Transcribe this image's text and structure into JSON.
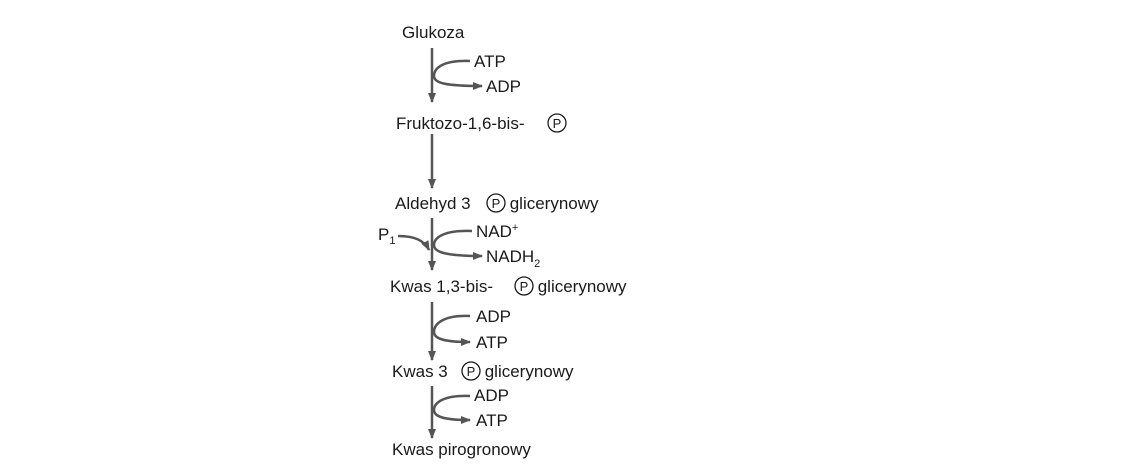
{
  "pathway": {
    "compounds": [
      {
        "before": "Glukoza",
        "after": ""
      },
      {
        "before": "Fruktozo-1,6-bis-",
        "after": ""
      },
      {
        "before": "Aldehyd 3 ",
        "after": " glicerynowy"
      },
      {
        "before": "Kwas 1,3-bis-",
        "after": " glicerynowy"
      },
      {
        "before": "Kwas 3 ",
        "after": " glicerynowy"
      },
      {
        "before": "Kwas pirogronowy",
        "after": ""
      }
    ],
    "phosphate_symbol": "P",
    "cofactors": {
      "step1": {
        "in": "ATP",
        "out": "ADP"
      },
      "step3": {
        "side_input": "P",
        "side_input_sub": "1",
        "in": "NAD",
        "in_sup": "+",
        "out": "NADH",
        "out_sub": "2"
      },
      "step4": {
        "in": "ADP",
        "out": "ATP"
      },
      "step5": {
        "in": "ADP",
        "out": "ATP"
      }
    }
  },
  "colors": {
    "ink": "#1a1a1a",
    "arrow": "#555555",
    "background": "#ffffff"
  }
}
